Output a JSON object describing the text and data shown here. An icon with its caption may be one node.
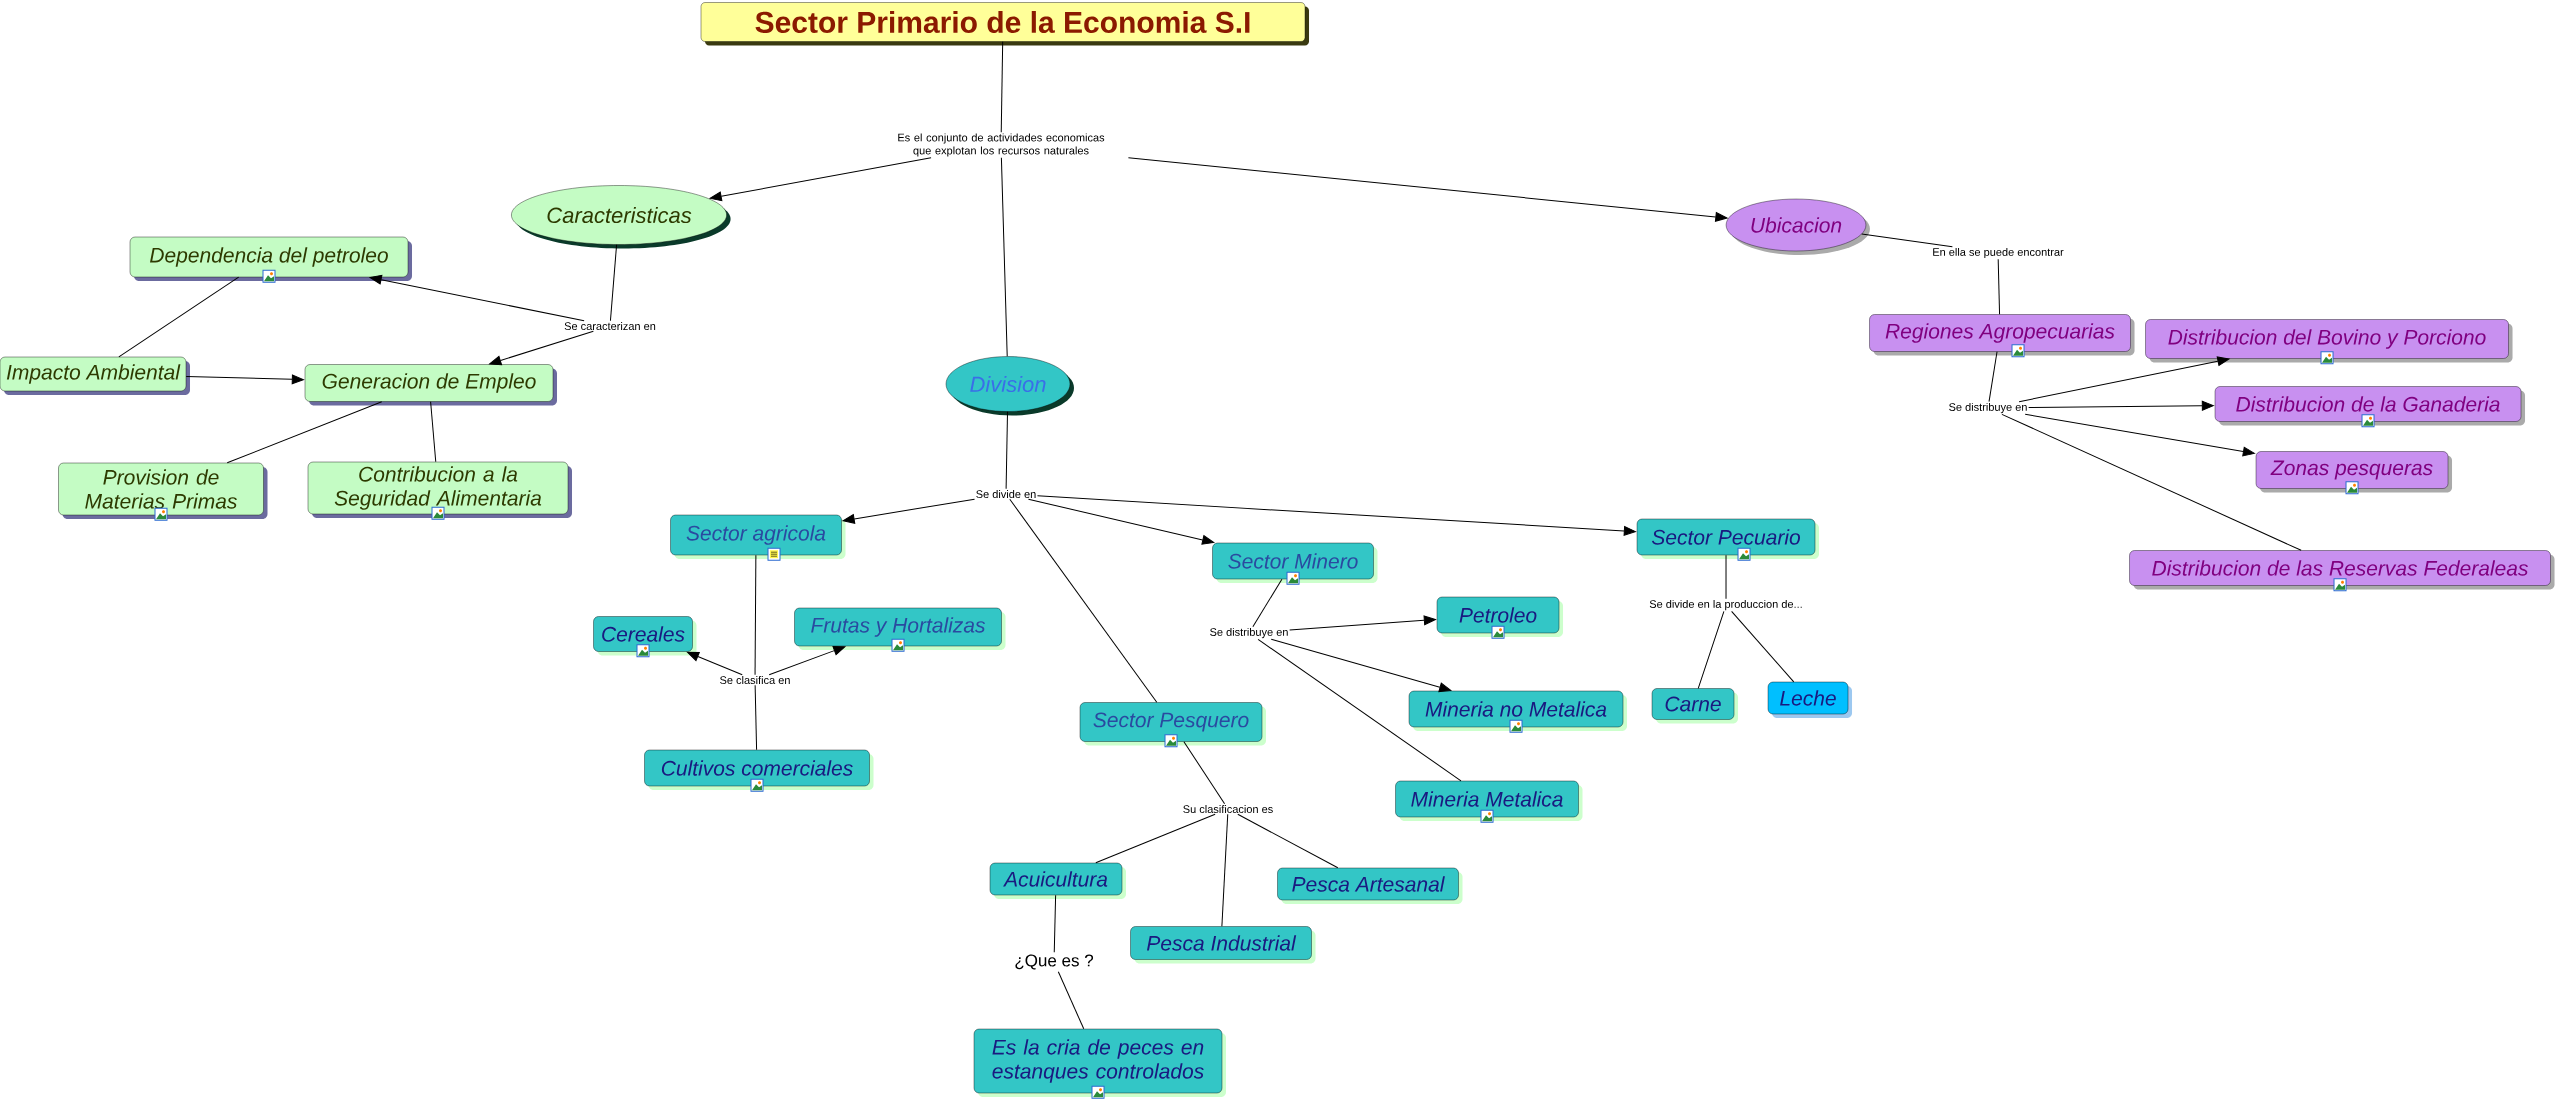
{
  "diagram": {
    "nodes": [
      {
        "text": [
          "Sector Primario de la Economia S.I"
        ]
      },
      {
        "text": [
          "Es el conjunto de actividades economicas que explotan los recursos naturales"
        ]
      },
      {
        "text": [
          "Caracteristicas"
        ]
      },
      {
        "text": [
          "Ubicacion"
        ]
      },
      {
        "text": [
          "Division"
        ]
      },
      {
        "text": [
          "Se caracterizan en"
        ]
      },
      {
        "text": [
          "Dependencia del petroleo"
        ]
      },
      {
        "text": [
          "Impacto Ambiental"
        ]
      },
      {
        "text": [
          "Generacion de Empleo"
        ]
      },
      {
        "text": [
          "Provision de Materias Primas"
        ]
      },
      {
        "text": [
          "Contribucion a la Seguridad Alimentaria"
        ]
      },
      {
        "text": [
          "En ella se puede encontrar"
        ]
      },
      {
        "text": [
          "Regiones Agropecuarias"
        ]
      },
      {
        "text": [
          "Distribucion del Bovino y Porciono"
        ]
      },
      {
        "text": [
          "Se distribuye en"
        ]
      },
      {
        "text": [
          "Distribucion de la Ganaderia"
        ]
      },
      {
        "text": [
          "Zonas pesqueras"
        ]
      },
      {
        "text": [
          "Distribucion de las Reservas Federaleas"
        ]
      },
      {
        "text": [
          "Se divide en"
        ]
      },
      {
        "text": [
          "Sector agricola"
        ]
      },
      {
        "text": [
          "Sector Minero"
        ]
      },
      {
        "text": [
          "Sector Pecuario"
        ]
      },
      {
        "text": [
          "Cereales"
        ]
      },
      {
        "text": [
          "Frutas y Hortalizas"
        ]
      },
      {
        "text": [
          "Se clasifica en"
        ]
      },
      {
        "text": [
          "Cultivos comerciales"
        ]
      },
      {
        "text": [
          "Sector Pesquero"
        ]
      },
      {
        "text": [
          "Se distribuye en"
        ]
      },
      {
        "text": [
          "Petroleo"
        ]
      },
      {
        "text": [
          "Mineria no Metalica"
        ]
      },
      {
        "text": [
          "Mineria Metalica"
        ]
      },
      {
        "text": [
          "Se divide en la produccion de..."
        ]
      },
      {
        "text": [
          "Carne"
        ]
      },
      {
        "text": [
          "Leche"
        ]
      },
      {
        "text": [
          "Su clasificacion es"
        ]
      },
      {
        "text": [
          "Acuicultura"
        ]
      },
      {
        "text": [
          "Pesca Artesanal"
        ]
      },
      {
        "text": [
          "Pesca Industrial"
        ]
      },
      {
        "text": [
          "¿Que es ?"
        ]
      },
      {
        "text": [
          "Es la cria de peces en estanques controlados"
        ]
      }
    ],
    "edges": [
      {
        "from": 0,
        "to": 1,
        "arrow": "none"
      },
      {
        "from": 1,
        "to": 2,
        "arrow": "to"
      },
      {
        "from": 1,
        "to": 3,
        "arrow": "to"
      },
      {
        "from": 1,
        "to": 4,
        "arrow": "none"
      },
      {
        "from": 2,
        "to": 5,
        "arrow": "none"
      },
      {
        "from": 5,
        "to": 6,
        "arrow": "to"
      },
      {
        "from": 5,
        "to": 8,
        "arrow": "to"
      },
      {
        "from": 6,
        "to": 7,
        "arrow": "none"
      },
      {
        "from": 7,
        "to": 8,
        "arrow": "to"
      },
      {
        "from": 8,
        "to": 9,
        "arrow": "none"
      },
      {
        "from": 8,
        "to": 10,
        "arrow": "none"
      },
      {
        "from": 3,
        "to": 11,
        "arrow": "none"
      },
      {
        "from": 11,
        "to": 12,
        "arrow": "none"
      },
      {
        "from": 12,
        "to": 14,
        "arrow": "none"
      },
      {
        "from": 14,
        "to": 13,
        "arrow": "to"
      },
      {
        "from": 14,
        "to": 15,
        "arrow": "to"
      },
      {
        "from": 14,
        "to": 16,
        "arrow": "to"
      },
      {
        "from": 14,
        "to": 17,
        "arrow": "none"
      },
      {
        "from": 4,
        "to": 18,
        "arrow": "none"
      },
      {
        "from": 18,
        "to": 19,
        "arrow": "to"
      },
      {
        "from": 18,
        "to": 20,
        "arrow": "to"
      },
      {
        "from": 18,
        "to": 21,
        "arrow": "to"
      },
      {
        "from": 18,
        "to": 26,
        "arrow": "none"
      },
      {
        "from": 19,
        "to": 24,
        "arrow": "none"
      },
      {
        "from": 24,
        "to": 22,
        "arrow": "to"
      },
      {
        "from": 24,
        "to": 23,
        "arrow": "to"
      },
      {
        "from": 24,
        "to": 25,
        "arrow": "none"
      },
      {
        "from": 20,
        "to": 27,
        "arrow": "none"
      },
      {
        "from": 27,
        "to": 28,
        "arrow": "to"
      },
      {
        "from": 27,
        "to": 29,
        "arrow": "to"
      },
      {
        "from": 27,
        "to": 30,
        "arrow": "none"
      },
      {
        "from": 21,
        "to": 31,
        "arrow": "none"
      },
      {
        "from": 31,
        "to": 32,
        "arrow": "none"
      },
      {
        "from": 31,
        "to": 33,
        "arrow": "none"
      },
      {
        "from": 26,
        "to": 34,
        "arrow": "none"
      },
      {
        "from": 34,
        "to": 35,
        "arrow": "none"
      },
      {
        "from": 34,
        "to": 36,
        "arrow": "none"
      },
      {
        "from": 34,
        "to": 37,
        "arrow": "none"
      },
      {
        "from": 35,
        "to": 38,
        "arrow": "none"
      },
      {
        "from": 38,
        "to": 39,
        "arrow": "none"
      }
    ]
  }
}
